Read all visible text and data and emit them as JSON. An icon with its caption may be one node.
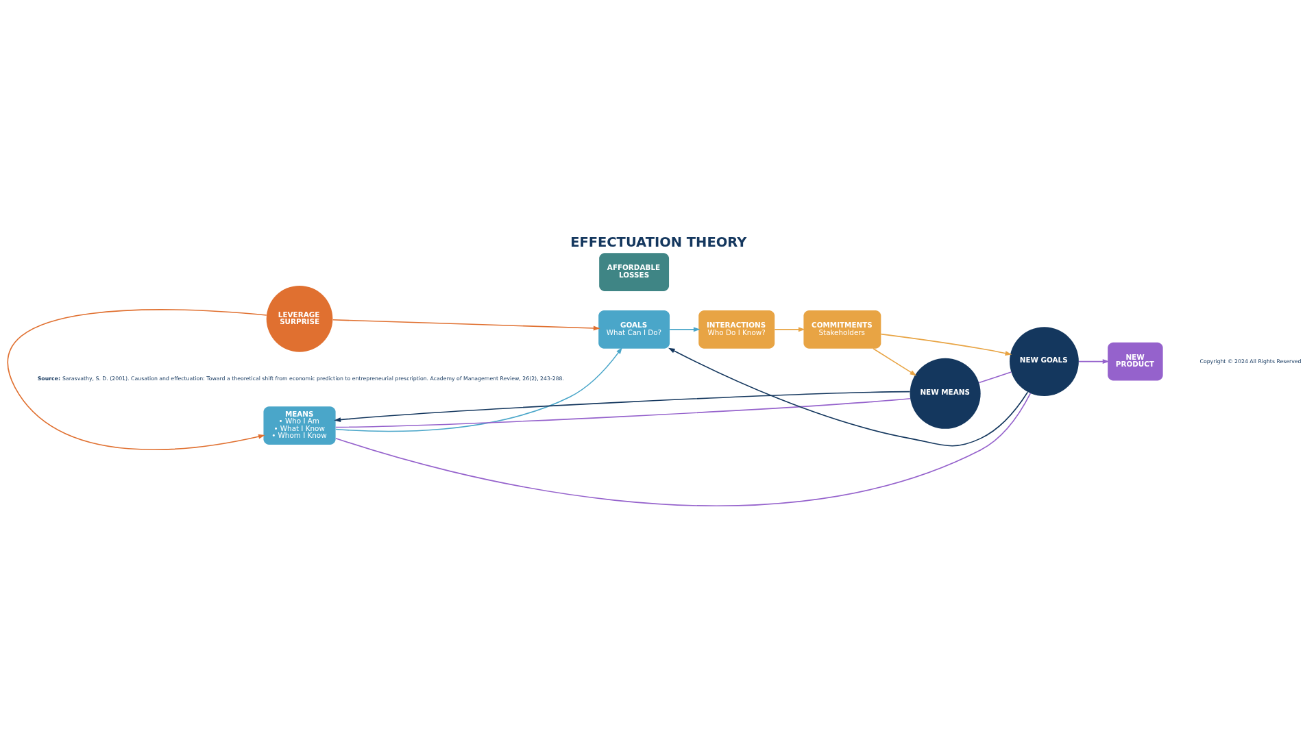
{
  "diagram": {
    "title": "EFFECTUATION THEORY",
    "nodes": [
      {
        "text": [
          "MEANS",
          "• Who I Am",
          "• What I Know",
          "• Whom I Know"
        ]
      },
      {
        "text": [
          "AFFORDABLE LOSSES"
        ]
      },
      {
        "text": [
          "GOALS",
          "What Can I Do?"
        ]
      },
      {
        "text": [
          "INTERACTIONS",
          "Who Do I Know?"
        ]
      },
      {
        "text": [
          "COMMITMENTS",
          "Stakeholders"
        ]
      },
      {
        "text": [
          "NEW MEANS"
        ]
      },
      {
        "text": [
          "NEW GOALS"
        ]
      },
      {
        "text": [
          "LEVERAGE SURPRISE"
        ]
      },
      {
        "text": [
          "NEW PRODUCT"
        ]
      }
    ],
    "edges": [
      {
        "from": 0,
        "to": 2,
        "arrow": "to",
        "color": "#4aa6c9"
      },
      {
        "from": 2,
        "to": 3,
        "arrow": "to",
        "color": "#4aa6c9"
      },
      {
        "from": 3,
        "to": 4,
        "arrow": "to",
        "color": "#e8a444"
      },
      {
        "from": 4,
        "to": 5,
        "arrow": "to",
        "color": "#e8a444"
      },
      {
        "from": 4,
        "to": 6,
        "arrow": "to",
        "color": "#e8a444"
      },
      {
        "from": 5,
        "to": 0,
        "arrow": "to",
        "color": "#14375e"
      },
      {
        "from": 6,
        "to": 2,
        "arrow": "to",
        "color": "#14375e"
      },
      {
        "from": 7,
        "to": 0,
        "arrow": "to",
        "color": "#e07030"
      },
      {
        "from": 7,
        "to": 2,
        "arrow": "to",
        "color": "#e07030"
      },
      {
        "from": 0,
        "to": 5,
        "arrow": "none",
        "color": "#9562cc"
      },
      {
        "from": 5,
        "to": 6,
        "arrow": "none",
        "color": "#9562cc"
      },
      {
        "from": 6,
        "to": 0,
        "arrow": "none",
        "color": "#9562cc"
      },
      {
        "from": 6,
        "to": 8,
        "arrow": "to",
        "color": "#9562cc"
      }
    ],
    "labels": [
      "**Source:** Sarasvathy, S. D. (2001). Causation and effectuation: Toward a theoretical shift from economic prediction to entrepreneurial prescription. Academy of Management Review, 26(2), 243-288.",
      "Copyright © 2024 All Rights Reserved"
    ]
  }
}
